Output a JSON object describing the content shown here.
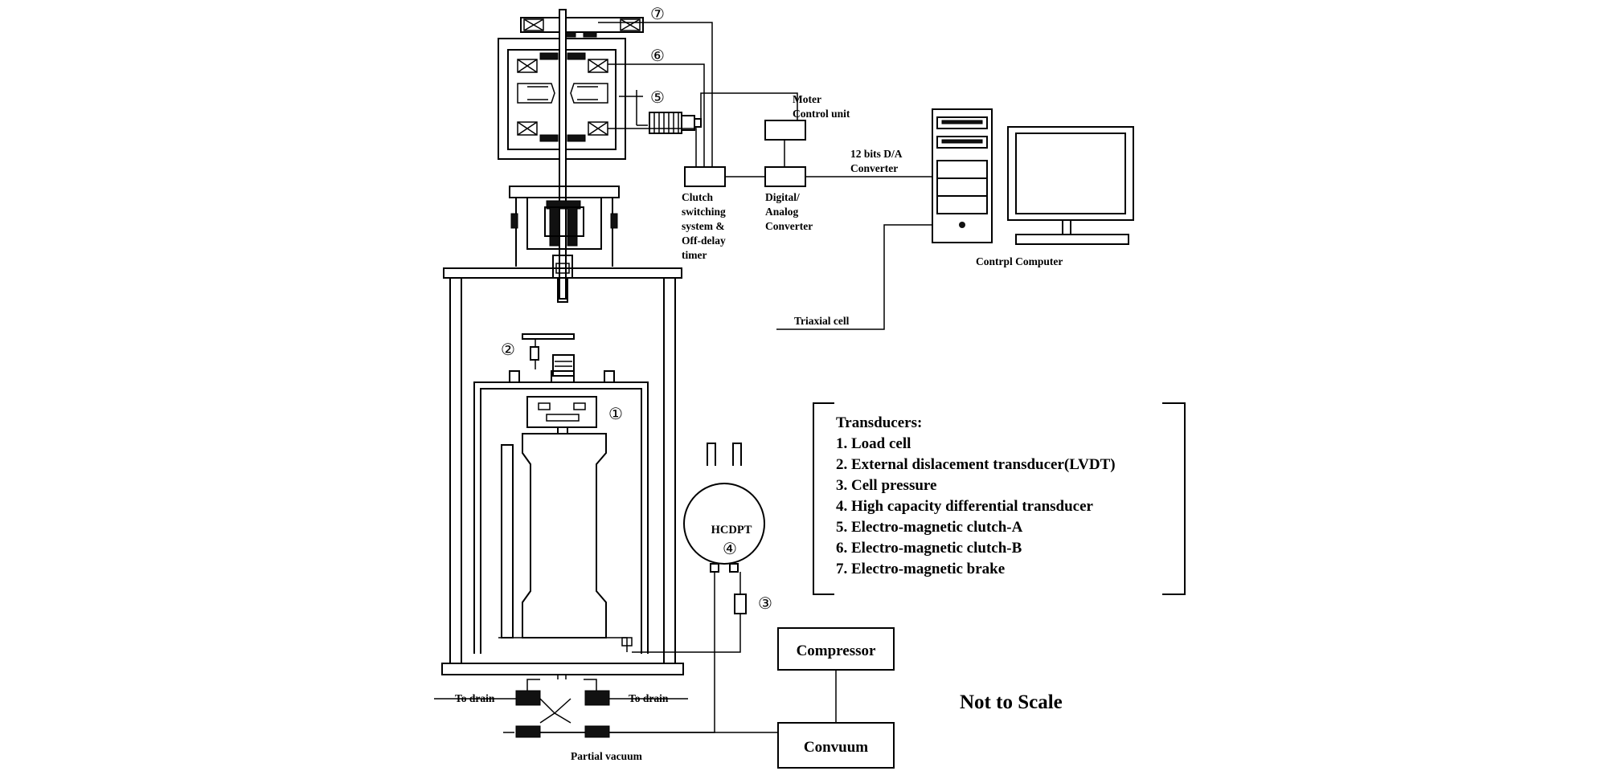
{
  "markers": {
    "m1": "①",
    "m2": "②",
    "m3": "③",
    "m4": "④",
    "m5": "⑤",
    "m6": "⑥",
    "m7": "⑦"
  },
  "labels": {
    "motor_control": [
      "Moter",
      "Control unit"
    ],
    "dac_link": [
      "12 bits D/A",
      "Converter"
    ],
    "clutch_switch": [
      "Clutch",
      "switching",
      "system &",
      "Off-delay",
      "timer"
    ],
    "digital_analog": [
      "Digital/",
      "Analog",
      "Converter"
    ],
    "control_computer": "Contrpl Computer",
    "triaxial_cell": "Triaxial cell",
    "hcdpt": "HCDPT",
    "compressor": "Compressor",
    "convuum": "Convuum",
    "not_to_scale": "Not to Scale",
    "to_drain_left": "To drain",
    "to_drain_right": "To drain",
    "partial_vacuum": "Partial vacuum"
  },
  "transducers": {
    "heading": "Transducers:",
    "items": [
      "1. Load cell",
      "2. External dislacement transducer(LVDT)",
      "3. Cell pressure",
      "4. High capacity differential transducer",
      "5. Electro-magnetic clutch-A",
      "6. Electro-magnetic clutch-B",
      "7. Electro-magnetic brake"
    ]
  }
}
